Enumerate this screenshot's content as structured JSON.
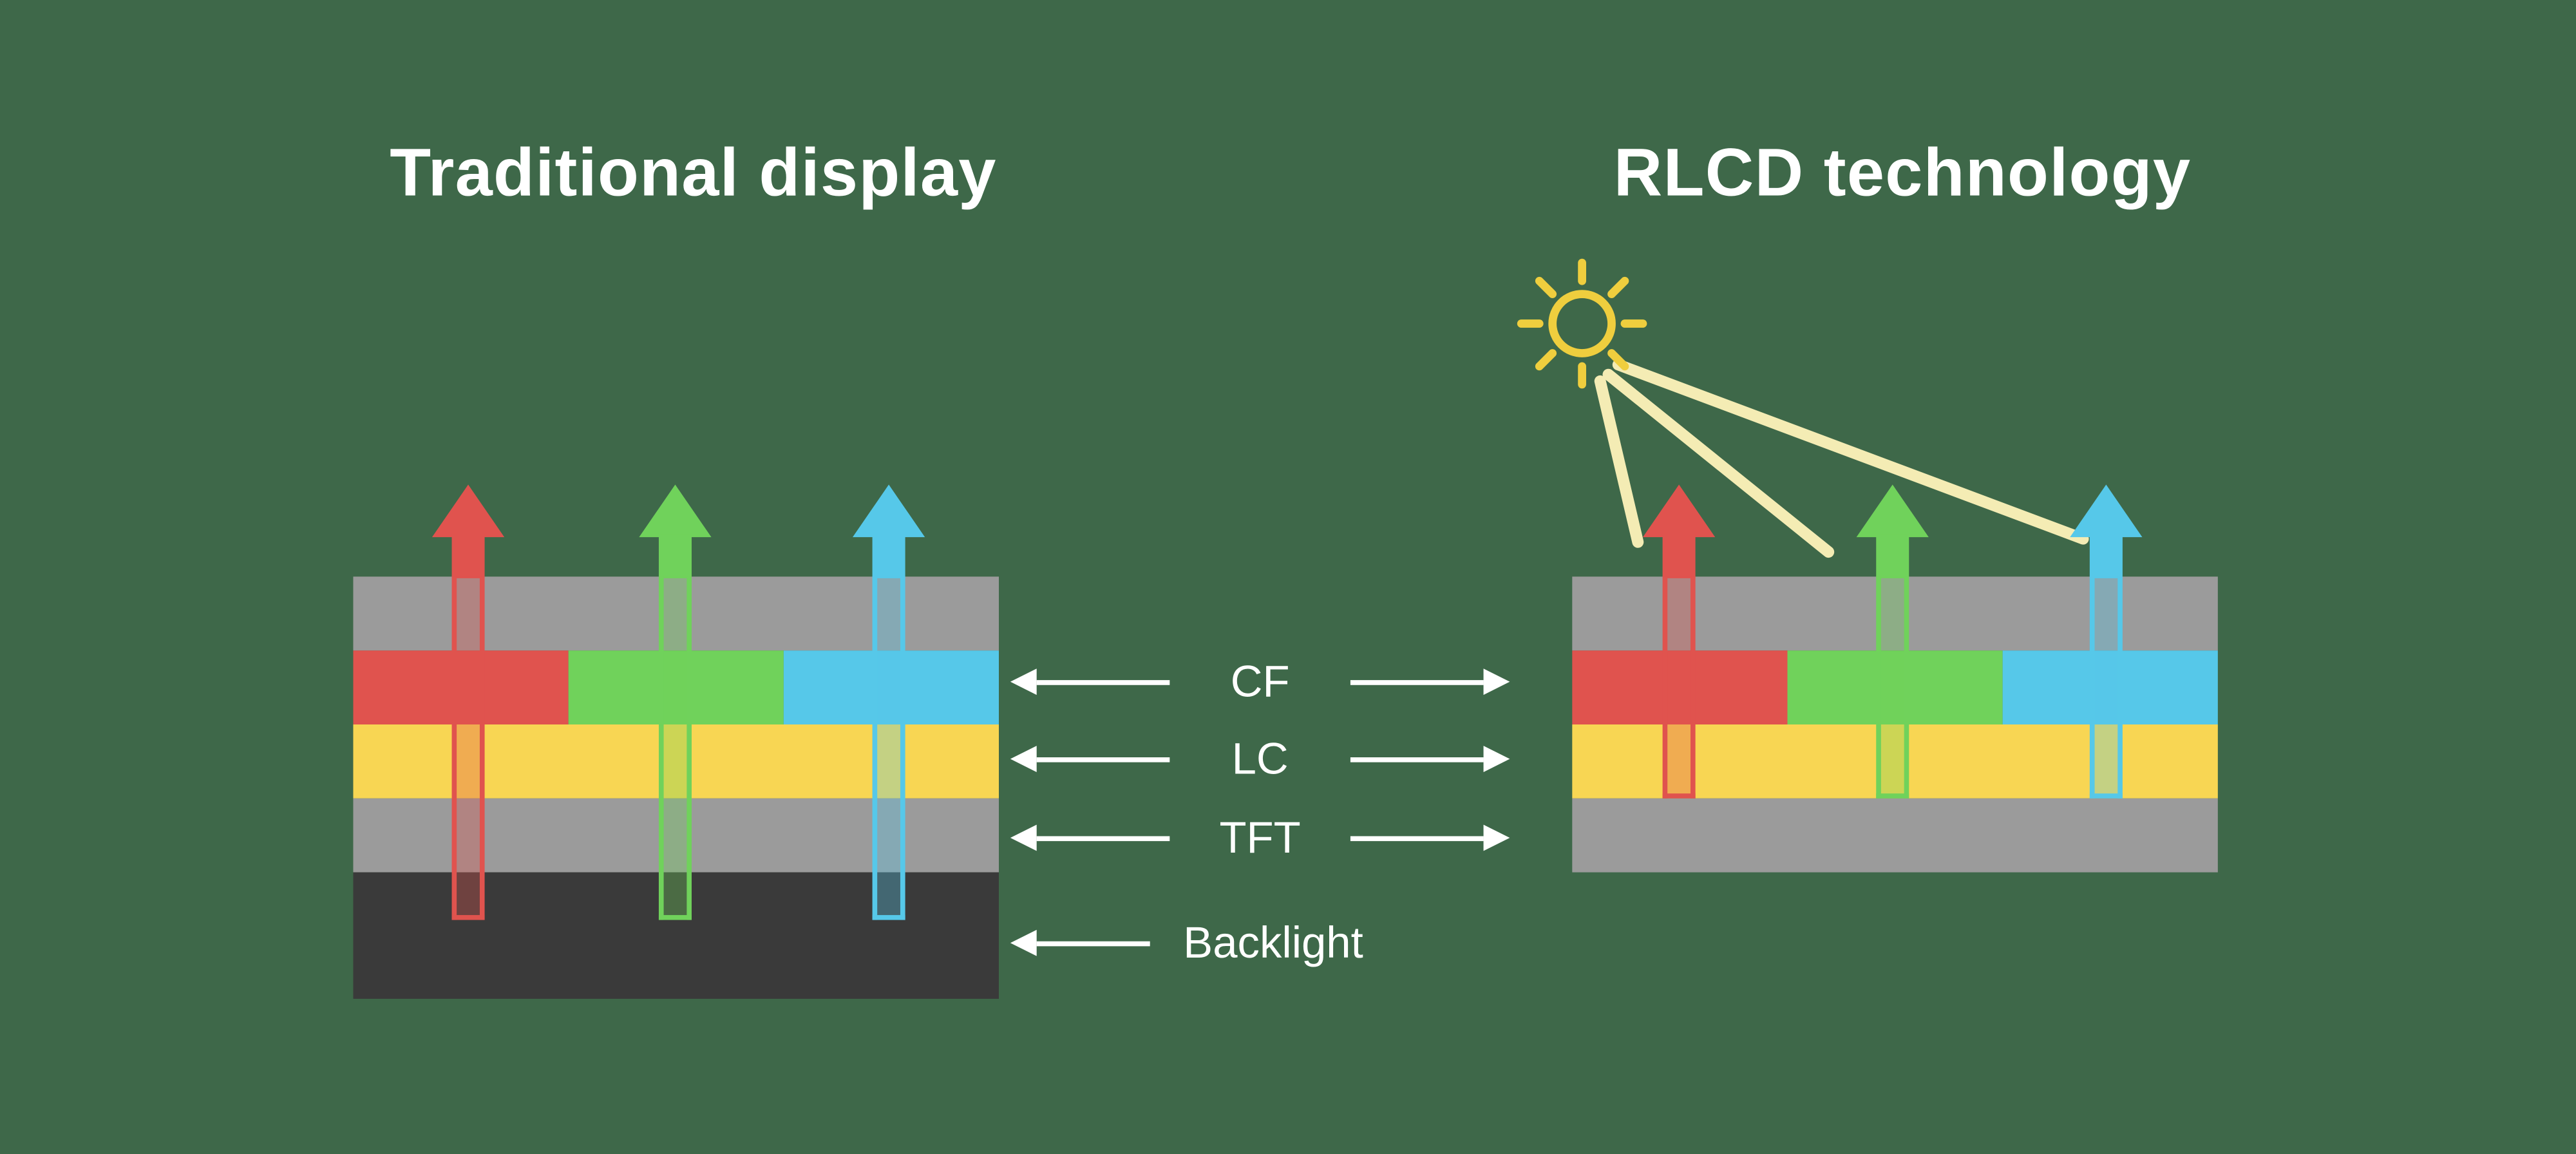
{
  "titles": {
    "left": "Traditional display",
    "right": "RLCD technology"
  },
  "layer_labels": {
    "cf": "CF",
    "lc": "LC",
    "tft": "TFT",
    "backlight": "Backlight"
  },
  "colors": {
    "background": "#3E6849",
    "panel_gray": "#9B9B9B",
    "backlight_dark": "#3A3A3A",
    "red": "#E0534E",
    "green": "#70D25B",
    "cyan": "#56C8E9",
    "lc_yellow": "#F8D653",
    "sun_yellow": "#EFCE3E",
    "beam_yellow": "#F4ECB4",
    "label_white": "#FFFFFF"
  }
}
